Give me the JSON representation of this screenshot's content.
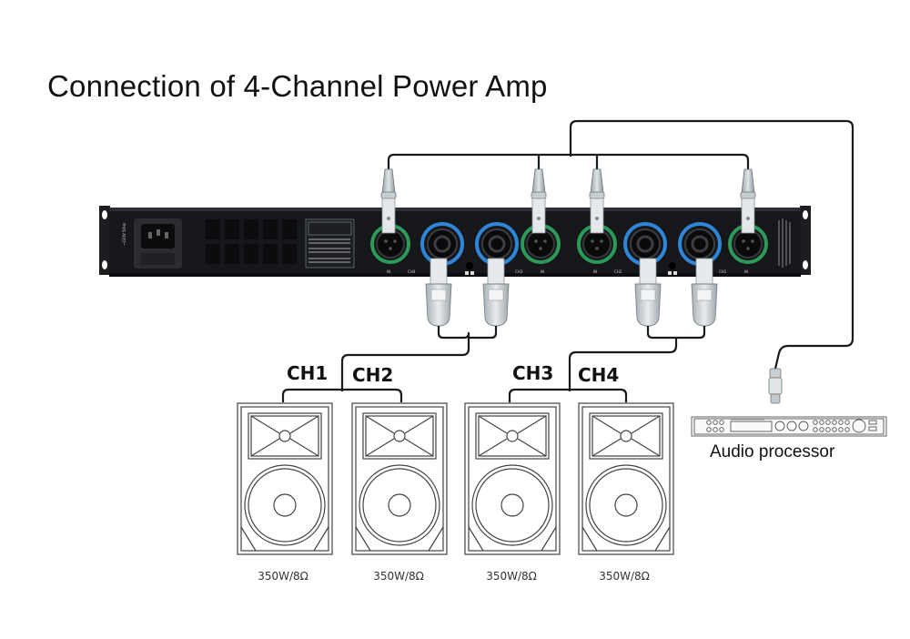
{
  "title": "Connection of 4-Channel Power Amp",
  "amplifier": {
    "name": "4-channel power amplifier (rear panel)",
    "inputs": [
      {
        "label": "IN",
        "channel": "CH4"
      },
      {
        "label": "IN",
        "channel": "CH3"
      },
      {
        "label": "IN",
        "channel": "CH2"
      },
      {
        "label": "IN",
        "channel": "CH1"
      }
    ],
    "panel_channel_labels": [
      "CH4",
      "CH3",
      "CH2",
      "CH1"
    ],
    "colors": {
      "body": "#15171a",
      "xlr_ring": "#2e9a5a",
      "speakon_ring": "#2f86d6"
    }
  },
  "channel_groups": [
    {
      "labels": [
        "CH1",
        "CH2"
      ]
    },
    {
      "labels": [
        "CH3",
        "CH4"
      ]
    }
  ],
  "speakers": [
    {
      "channel": "CH1",
      "rating": "350W/8Ω"
    },
    {
      "channel": "CH2",
      "rating": "350W/8Ω"
    },
    {
      "channel": "CH3",
      "rating": "350W/8Ω"
    },
    {
      "channel": "CH4",
      "rating": "350W/8Ω"
    }
  ],
  "processor": {
    "label": "Audio processor"
  }
}
